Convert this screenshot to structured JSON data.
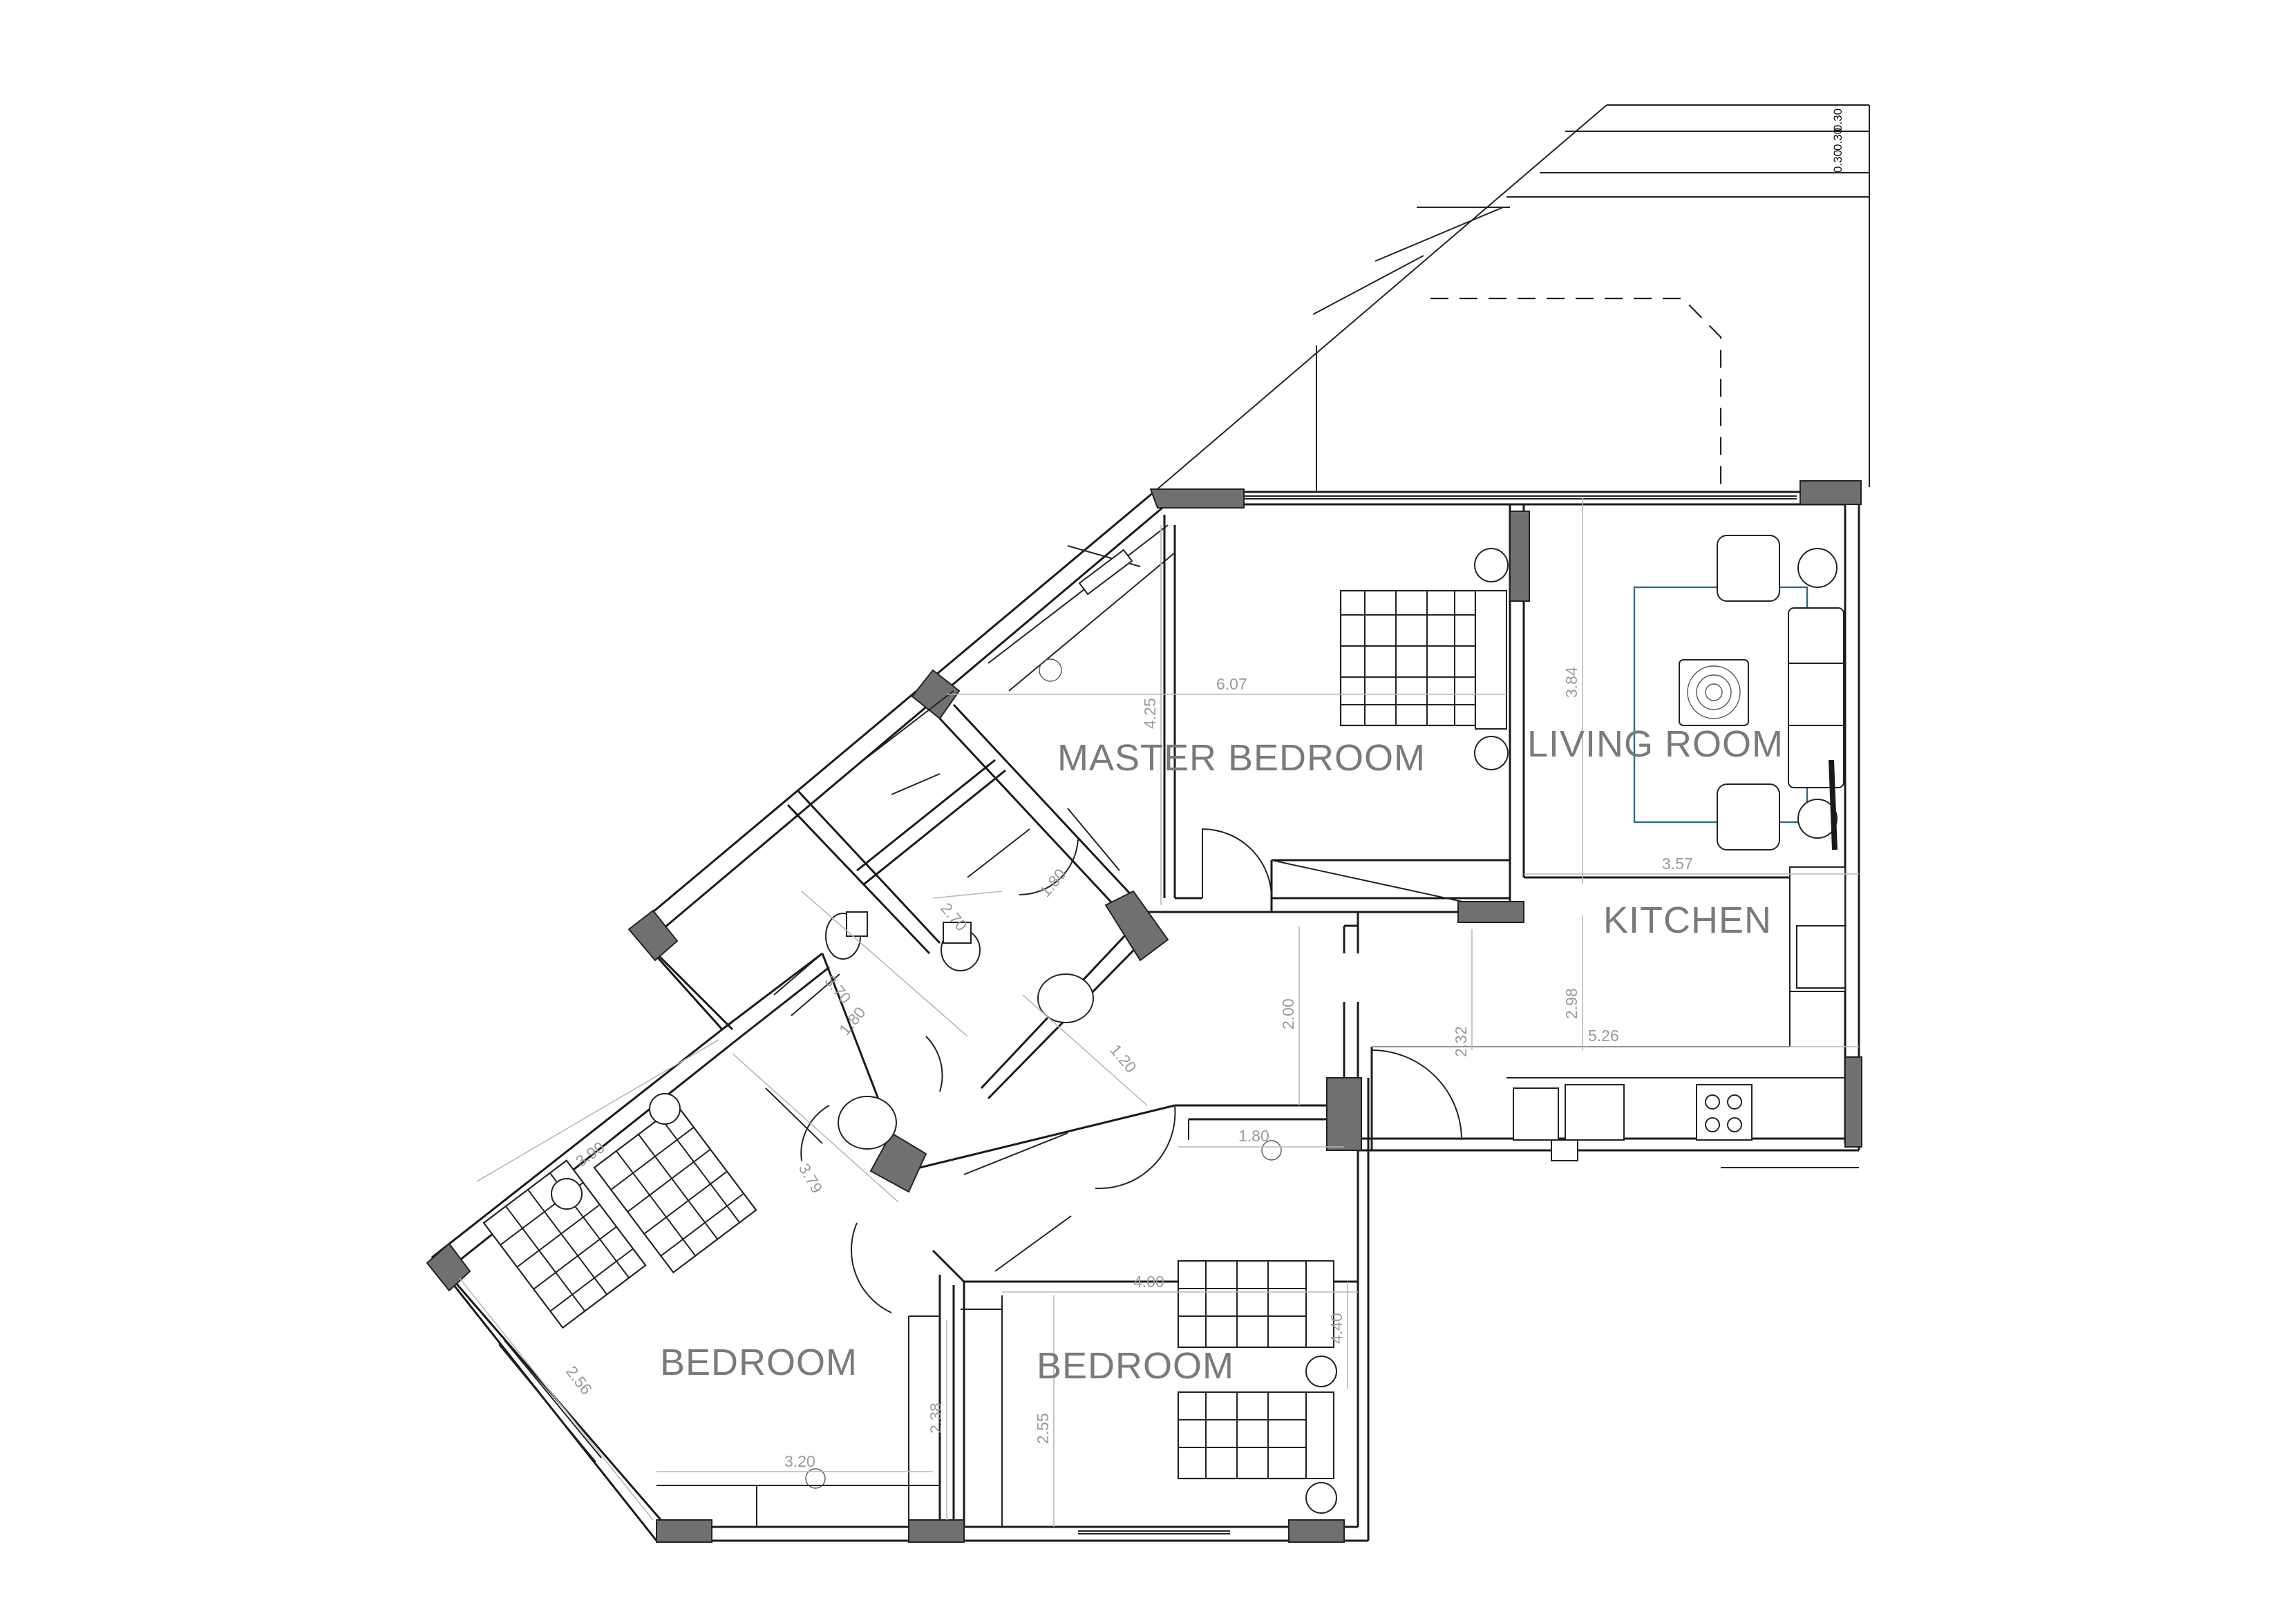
{
  "plan": {
    "rooms": [
      {
        "name": "master_bedroom",
        "label": "MASTER BEDROOM"
      },
      {
        "name": "living_room",
        "label": "LIVING ROOM"
      },
      {
        "name": "kitchen",
        "label": "KITCHEN"
      },
      {
        "name": "bedroom_left",
        "label": "BEDROOM"
      },
      {
        "name": "bedroom_right",
        "label": "BEDROOM"
      }
    ],
    "dimensions": {
      "master_width": "6.07",
      "master_depth": "4.25",
      "living_depth": "3.84",
      "living_width": "3.57",
      "kitchen_width": "5.26",
      "kitchen_depth": "2.98",
      "hall_small": "2.32",
      "hall_width": "2.00",
      "hall_small2": "1.80",
      "bath1_a": "3.70",
      "bath1_b": "1.80",
      "bath2_a": "2.70",
      "bath2_b": "1.80",
      "passage": "1.20",
      "bed_left_a": "3.90",
      "bed_left_b": "3.79",
      "bed_left_c": "2.56",
      "bed_left_width": "3.20",
      "bed_left_closet": "2.38",
      "bed_right_width": "4.00",
      "bed_right_depth": "4.40",
      "bed_right_closet": "2.55"
    },
    "balcony_ticks": [
      "0.30",
      "0.30",
      "0.30"
    ]
  }
}
